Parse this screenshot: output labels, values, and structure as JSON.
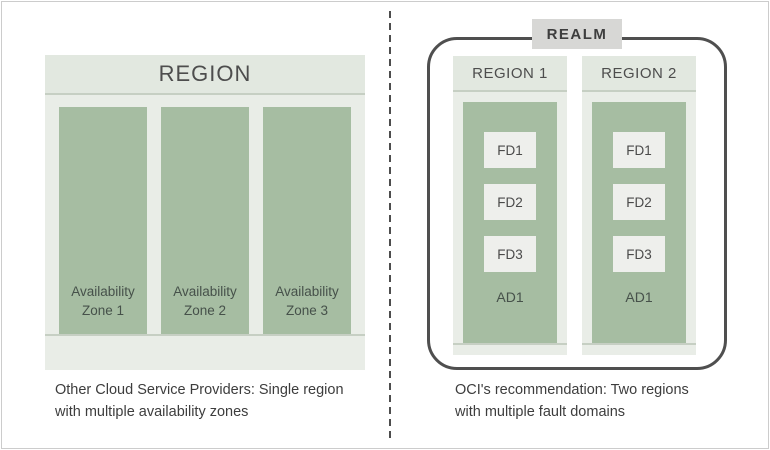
{
  "left_panel": {
    "region_title": "REGION",
    "zones": [
      "Availability Zone 1",
      "Availability Zone 2",
      "Availability Zone 3"
    ],
    "caption_line1": "Other Cloud Service Providers: Single region",
    "caption_line2": "with multiple availability zones"
  },
  "right_panel": {
    "realm_label": "REALM",
    "regions": [
      {
        "title": "REGION 1",
        "fds": [
          "FD1",
          "FD2",
          "FD3"
        ],
        "ad": "AD1"
      },
      {
        "title": "REGION 2",
        "fds": [
          "FD1",
          "FD2",
          "FD3"
        ],
        "ad": "AD1"
      }
    ],
    "caption_line1": "OCI's recommendation: Two regions",
    "caption_line2": "with multiple fault domains"
  },
  "colors": {
    "panel_bg": "#e9ede7",
    "header_bg": "#e2e8e0",
    "zone_green": "#a6bda2",
    "divider_line": "#c6cfc3",
    "realm_border": "#4f4f4f",
    "realm_label_bg": "#d7d7d5",
    "fd_bg": "#eeefec",
    "text_dark": "#3d3d3d",
    "text_gray": "#4a4a4a"
  }
}
